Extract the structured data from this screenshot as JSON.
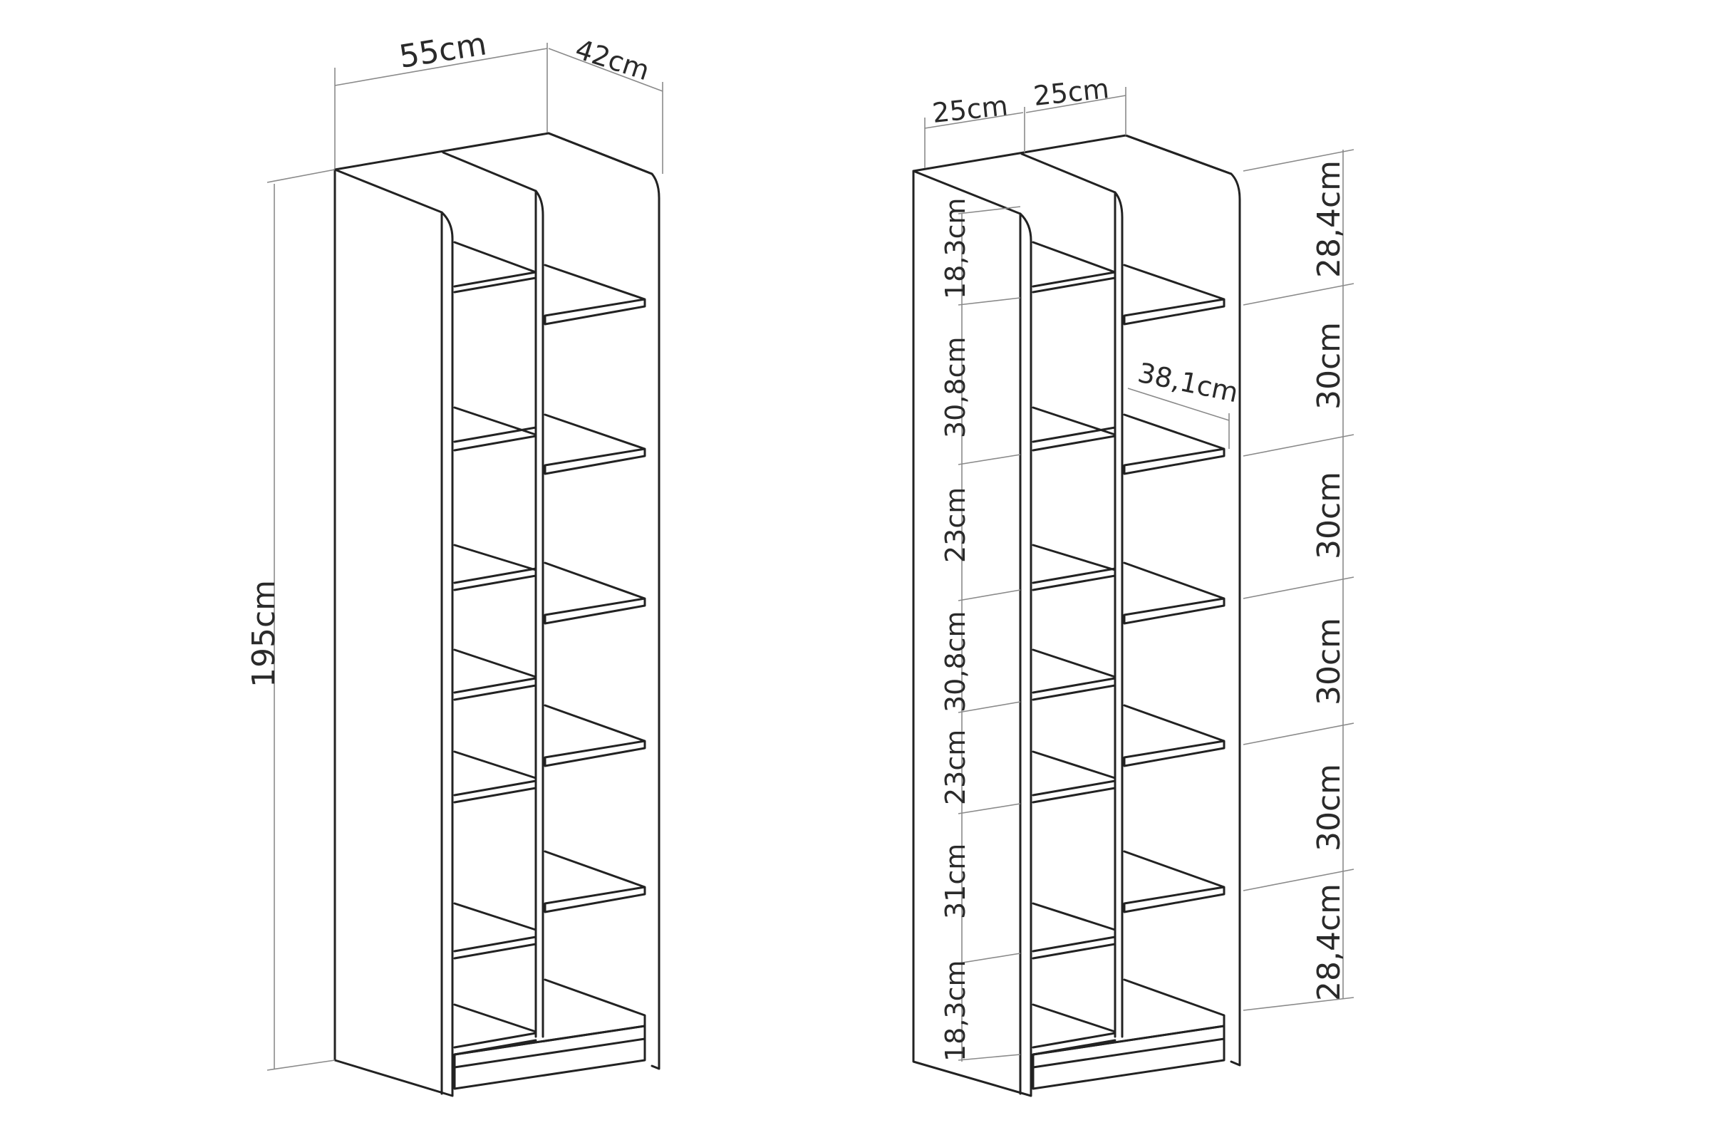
{
  "colors": {
    "line": "#222222",
    "dimension": "#8a8a8a",
    "background": "#ffffff"
  },
  "left_view": {
    "width": "55cm",
    "depth": "42cm",
    "height": "195cm"
  },
  "right_view": {
    "compartment_width_left": "25cm",
    "compartment_width_right": "25cm",
    "shelf_depth": "38,1cm",
    "left_column_gaps": [
      "18,3cm",
      "30,8cm",
      "23cm",
      "30,8cm",
      "23cm",
      "31cm",
      "18,3cm"
    ],
    "right_column_gaps": [
      "28,4cm",
      "30cm",
      "30cm",
      "30cm",
      "30cm",
      "28,4cm"
    ]
  }
}
